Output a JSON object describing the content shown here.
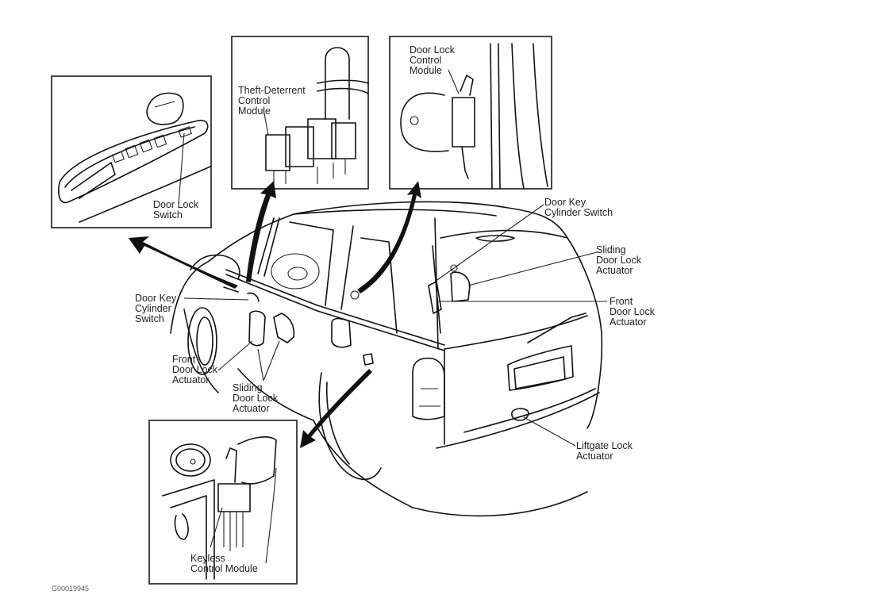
{
  "figure": {
    "code": "G00019945",
    "callouts": {
      "door_lock_switch": "Door Lock\nSwitch",
      "theft_deterrent_module": "Theft-Deterrent\nControl\nModule",
      "door_lock_control_module": "Door Lock\nControl\nModule",
      "door_key_cylinder_switch_left": "Door Key\nCylinder\nSwitch",
      "front_door_lock_actuator_left": "Front\nDoor Lock\nActuator",
      "sliding_door_lock_actuator_left": "Sliding\nDoor Lock\nActuator",
      "door_key_cylinder_switch_right": "Door Key\nCylinder Switch",
      "sliding_door_lock_actuator_right": "Sliding\nDoor Lock\nActuator",
      "front_door_lock_actuator_right": "Front\nDoor Lock\nActuator",
      "liftgate_lock_actuator": "Liftgate Lock\nActuator",
      "keyless_control_module": "Keyless\nControl Module"
    },
    "inset_panels": [
      {
        "id": "door-lock-switch-inset",
        "label_key": "door_lock_switch"
      },
      {
        "id": "theft-deterrent-inset",
        "label_key": "theft_deterrent_module"
      },
      {
        "id": "door-lock-control-inset",
        "label_key": "door_lock_control_module"
      },
      {
        "id": "keyless-control-inset",
        "label_key": "keyless_control_module"
      }
    ]
  }
}
